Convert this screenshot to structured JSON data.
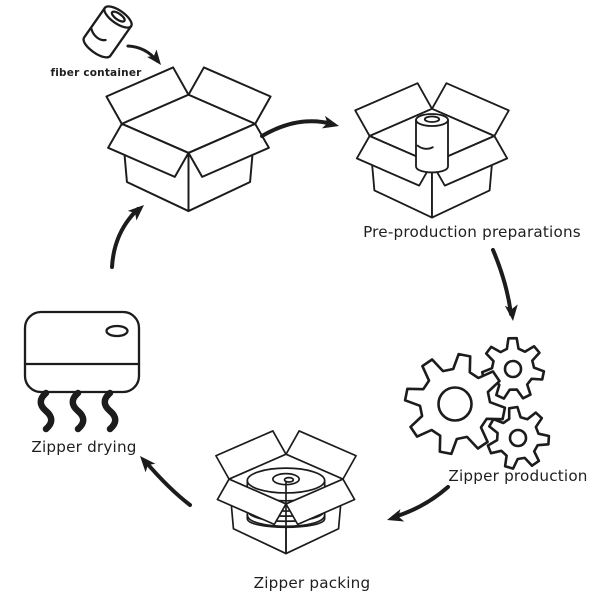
{
  "colors": {
    "background": "#ffffff",
    "line": "#1c1c1c",
    "text": "#1f1f1f"
  },
  "nodes": {
    "fiber_container": {
      "label": "fiber container"
    },
    "pre_production": {
      "label": "Pre-production preparations"
    },
    "production": {
      "label": "Zipper production"
    },
    "packing": {
      "label": "Zipper packing"
    },
    "drying": {
      "label": "Zipper drying"
    }
  },
  "flow": [
    {
      "from": "fiber container",
      "to": "receiving box"
    },
    {
      "from": "receiving box",
      "to": "Pre-production preparations"
    },
    {
      "from": "Pre-production preparations",
      "to": "Zipper production"
    },
    {
      "from": "Zipper production",
      "to": "Zipper packing"
    },
    {
      "from": "Zipper packing",
      "to": "Zipper drying"
    },
    {
      "from": "Zipper drying",
      "to": "receiving box"
    }
  ]
}
